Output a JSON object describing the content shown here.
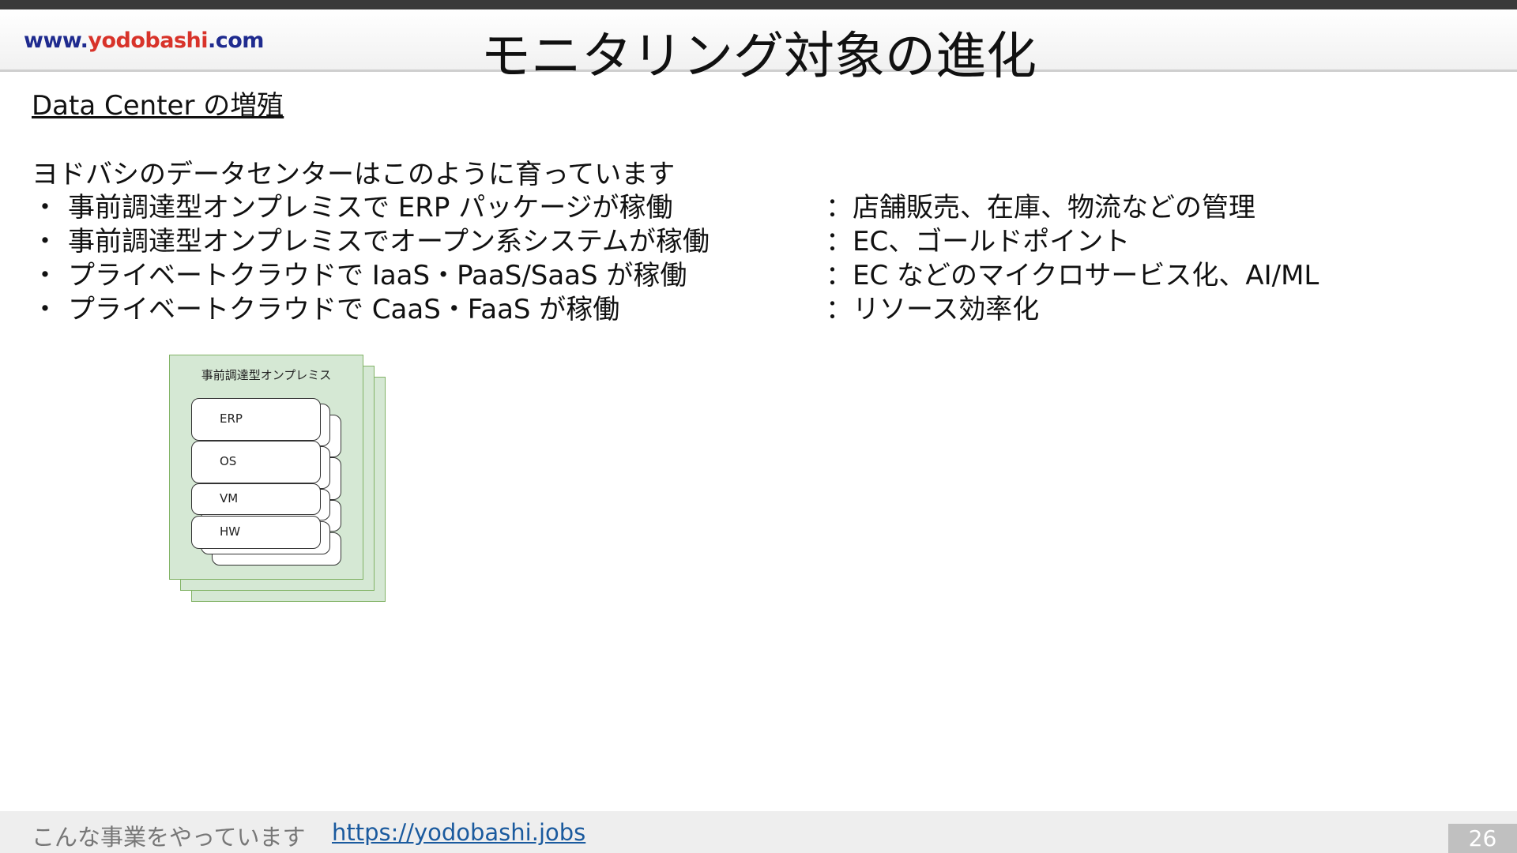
{
  "header": {
    "logo_www": "www.",
    "logo_brand": "yodobashi",
    "logo_tld": ".com",
    "title": "モニタリング対象の進化"
  },
  "content": {
    "subtitle": "Data Center の増殖",
    "lead": "ヨドバシのデータセンターはこのように育っています",
    "bullet_symbol": "・",
    "rows": [
      {
        "text": "事前調達型オンプレミスで ERP パッケージが稼働",
        "note": "：店舗販売、在庫、物流などの管理"
      },
      {
        "text": "事前調達型オンプレミスでオープン系システムが稼働",
        "note": "：EC、ゴールドポイント"
      },
      {
        "text": "プライベートクラウドで IaaS・PaaS/SaaS が稼働",
        "note": "：EC などのマイクロサービス化、AI/ML"
      },
      {
        "text": "プライベートクラウドで CaaS・FaaS が稼働",
        "note": "：リソース効率化"
      }
    ]
  },
  "diagram": {
    "title": "事前調達型オンプレミス",
    "layers": [
      "ERP",
      "OS",
      "VM",
      "HW"
    ],
    "colors": {
      "fill": "#d5e8d4",
      "stroke": "#82b366"
    }
  },
  "footer": {
    "text": "こんな事業をやっています",
    "link": "https://yodobashi.jobs",
    "page_number": "26"
  }
}
